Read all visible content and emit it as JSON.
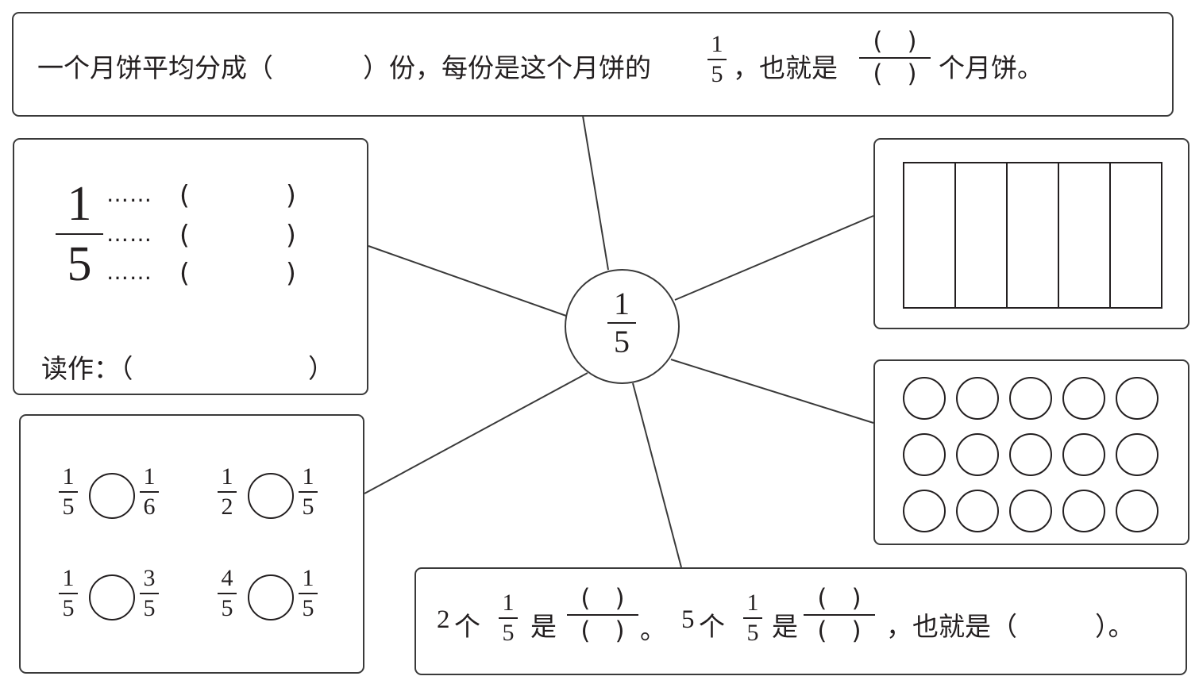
{
  "center": {
    "numerator": "1",
    "denominator": "5"
  },
  "top_box": {
    "text_a": "一个月饼平均分成（",
    "text_b": "）份，每份是这个月饼的",
    "frac_n": "1",
    "frac_d": "5",
    "text_c": "，也就是",
    "blank_top": "(　)",
    "blank_bottom": "(　)",
    "text_d": "个月饼。"
  },
  "parts_box": {
    "big_numerator": "1",
    "big_denominator": "5",
    "dots": "……",
    "paren_open": "(",
    "paren_close": ")",
    "read_label": "读作：（",
    "read_close": "）"
  },
  "rectangle_box": {
    "columns": 5
  },
  "circles_box": {
    "rows": 3,
    "cols": 5
  },
  "compare_box": {
    "items": [
      {
        "left_n": "1",
        "left_d": "5",
        "right_n": "1",
        "right_d": "6"
      },
      {
        "left_n": "1",
        "left_d": "2",
        "right_n": "1",
        "right_d": "5"
      },
      {
        "left_n": "1",
        "left_d": "5",
        "right_n": "3",
        "right_d": "5"
      },
      {
        "left_n": "4",
        "left_d": "5",
        "right_n": "1",
        "right_d": "5"
      }
    ]
  },
  "bottom_box": {
    "t1_num": "2",
    "t1_ge": "个",
    "f1_n": "1",
    "f1_d": "5",
    "t1_shi": "是",
    "blank_top": "(　)",
    "blank_bottom": "(　)",
    "sep": "。",
    "t2_num": "5",
    "t2_ge": "个",
    "f2_n": "1",
    "f2_d": "5",
    "t2_shi": "是",
    "t3": "，也就是（",
    "t3_close": "）。"
  }
}
